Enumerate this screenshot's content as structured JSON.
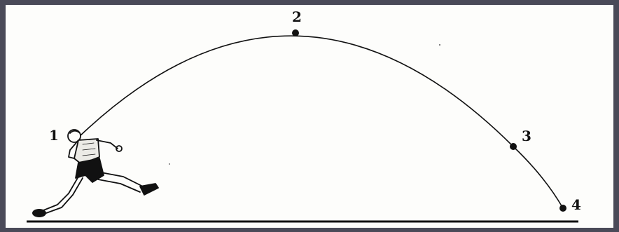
{
  "diagram": {
    "points": [
      {
        "label": "1"
      },
      {
        "label": "2"
      },
      {
        "label": "3"
      },
      {
        "label": "4"
      }
    ],
    "colors": {
      "frame": "#4a4a58",
      "paper": "#fdfdfb",
      "ink": "#111111"
    }
  }
}
